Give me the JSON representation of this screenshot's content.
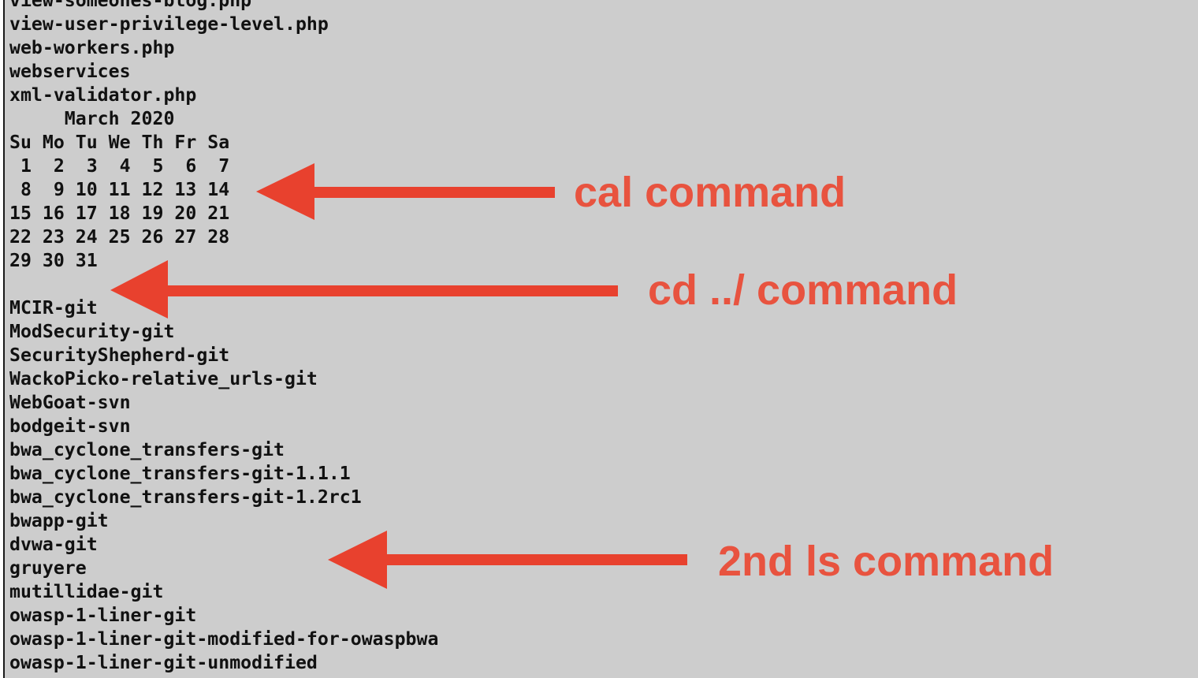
{
  "terminal": {
    "lines": [
      "view-someones-blog.php",
      "view-user-privilege-level.php",
      "web-workers.php",
      "webservices",
      "xml-validator.php",
      "     March 2020",
      "Su Mo Tu We Th Fr Sa",
      " 1  2  3  4  5  6  7",
      " 8  9 10 11 12 13 14",
      "15 16 17 18 19 20 21",
      "22 23 24 25 26 27 28",
      "29 30 31",
      "",
      "MCIR-git",
      "ModSecurity-git",
      "SecurityShepherd-git",
      "WackoPicko-relative_urls-git",
      "WebGoat-svn",
      "bodgeit-svn",
      "bwa_cyclone_transfers-git",
      "bwa_cyclone_transfers-git-1.1.1",
      "bwa_cyclone_transfers-git-1.2rc1",
      "bwapp-git",
      "dvwa-git",
      "gruyere",
      "mutillidae-git",
      "owasp-1-liner-git",
      "owasp-1-liner-git-modified-for-owaspbwa",
      "owasp-1-liner-git-unmodified"
    ]
  },
  "annotations": {
    "cal_label": "cal command",
    "cd_label": "cd ../ command",
    "ls_label": "2nd ls command",
    "arrow_color": "#e8412e",
    "label_color": "#e8533f"
  },
  "colors": {
    "terminal_background": "#cdcdcd",
    "terminal_text": "#111111"
  }
}
